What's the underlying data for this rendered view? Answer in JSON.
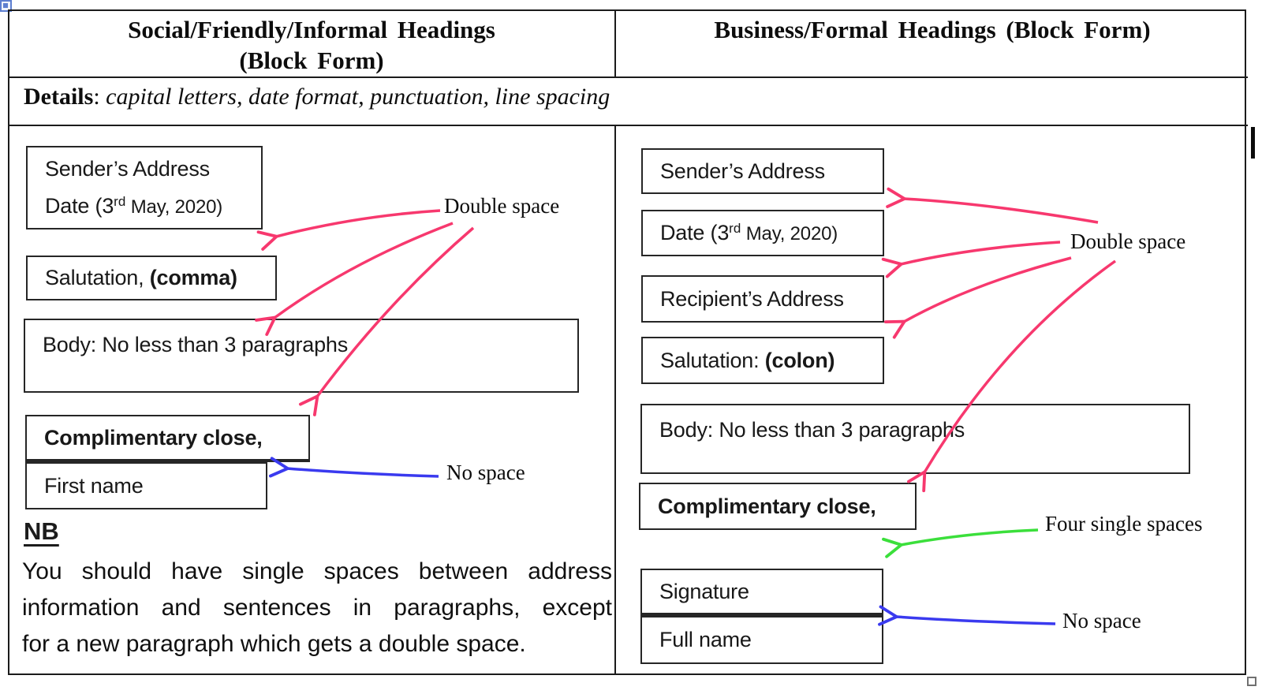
{
  "header": {
    "left_title_line1": "Social/Friendly/Informal Headings",
    "left_title_line2": "(Block Form)",
    "right_title": "Business/Formal Headings (Block Form)"
  },
  "details": {
    "label": "Details",
    "separator": ": ",
    "text": "capital letters, date format, punctuation, line spacing"
  },
  "left": {
    "sender_line1": "Sender’s Address",
    "date_prefix": "Date (3",
    "date_superscript": "rd",
    "date_suffix": " May, 2020)",
    "salutation_prefix": "Salutation, ",
    "salutation_bold": "(comma)",
    "body": "Body: No less than 3 paragraphs",
    "complimentary_close": "Complimentary close,",
    "first_name": "First name",
    "nb_heading": "NB",
    "nb_line1": "You should have single spaces between address",
    "nb_line2": "information and sentences in paragraphs, except",
    "nb_line3": "for a new paragraph which gets a double space."
  },
  "right": {
    "sender": "Sender’s Address",
    "date_prefix": "Date (3",
    "date_superscript": "rd",
    "date_suffix": " May, 2020)",
    "recipient": "Recipient’s Address",
    "salutation_prefix": "Salutation: ",
    "salutation_bold": "(colon)",
    "body": "Body: No less than 3 paragraphs",
    "complimentary_close": "Complimentary close,",
    "signature": "Signature",
    "full_name": "Full name"
  },
  "annotations": {
    "double_space_left": "Double space",
    "double_space_right": "Double space",
    "no_space_left": "No space",
    "no_space_right": "No space",
    "four_single_spaces": "Four single spaces",
    "arrow_colors": {
      "double_space": "#f7386e",
      "no_space": "#3a3aef",
      "four_single_spaces": "#3bdf3b"
    }
  }
}
